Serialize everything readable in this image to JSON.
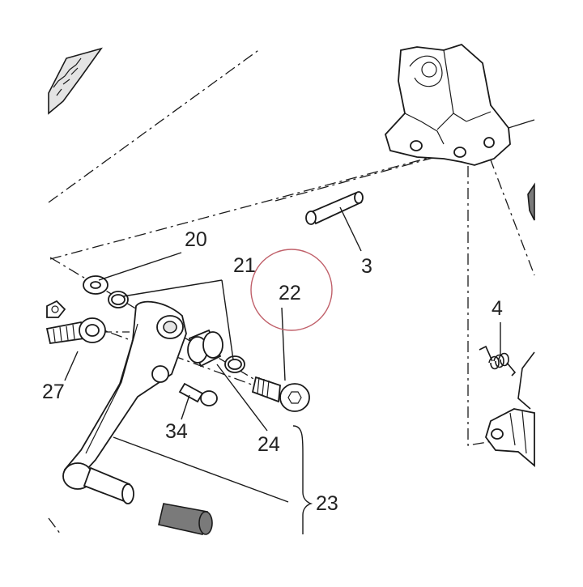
{
  "labels": {
    "p3": "3",
    "p4": "4",
    "p20": "20",
    "p21": "21",
    "p22": "22",
    "p23": "23",
    "p24": "24",
    "p27": "27",
    "p34": "34"
  },
  "colors": {
    "line": "#1a1a1a",
    "highlight_circle": "#c0606a",
    "shade": "#e4e4e4",
    "dark_part": "#7a7a7a"
  },
  "highlighted_part": "22"
}
